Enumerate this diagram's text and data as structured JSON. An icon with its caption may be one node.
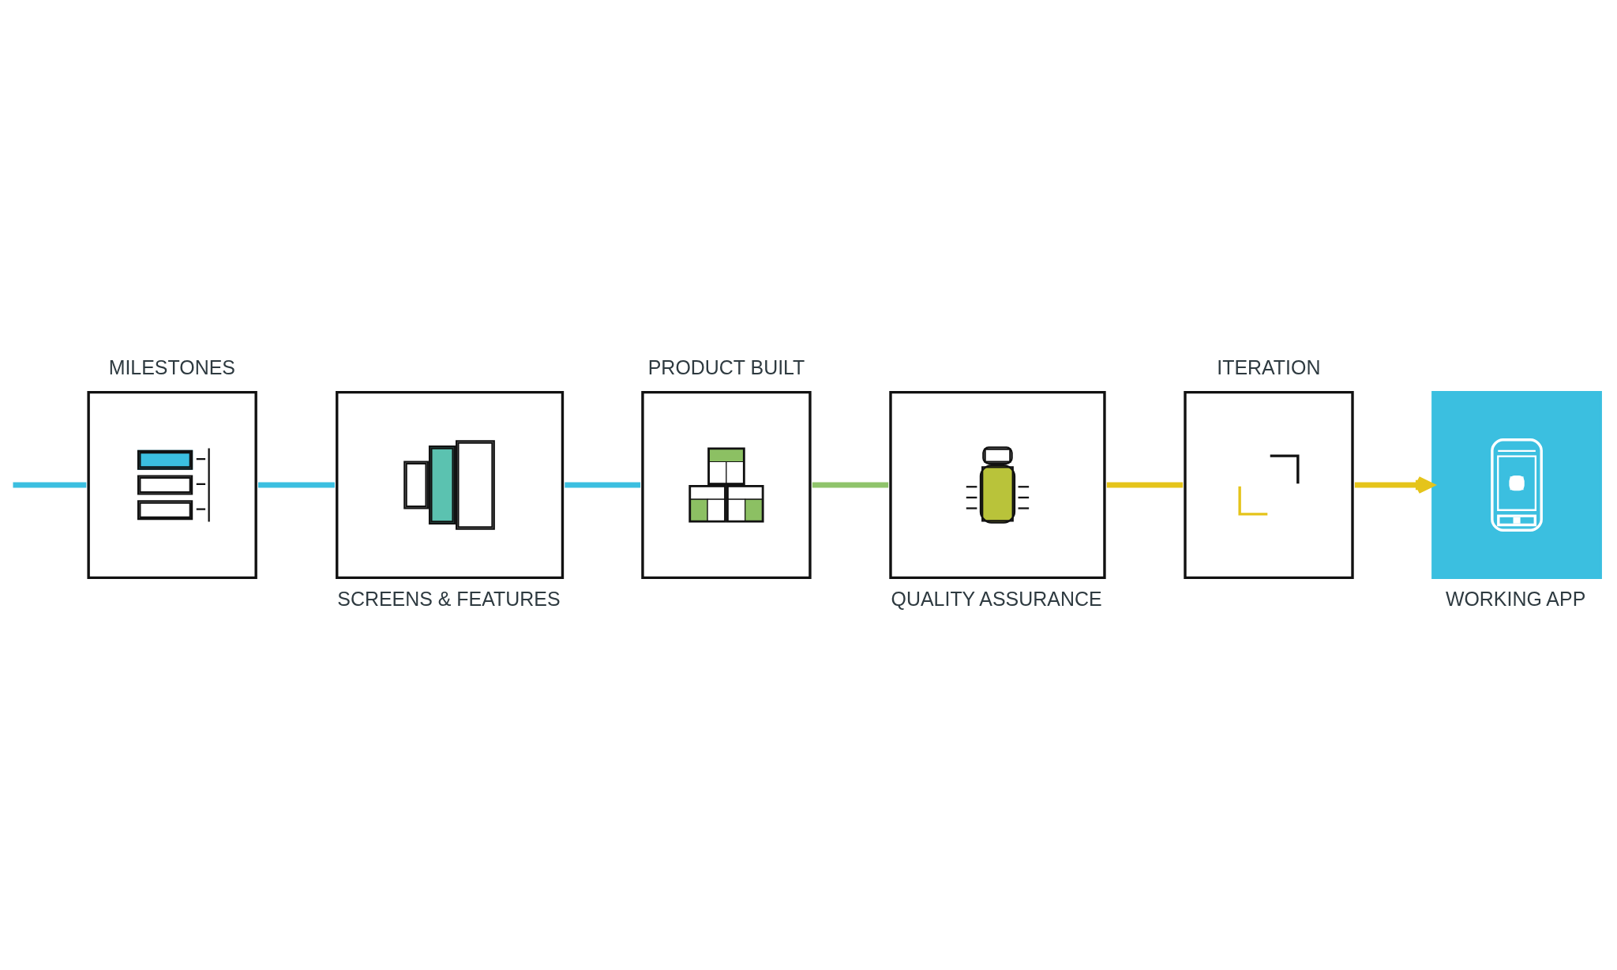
{
  "diagram": {
    "nodes": [
      {
        "text": [
          "MILESTONES"
        ]
      },
      {
        "text": [
          "SCREENS & FEATURES"
        ]
      },
      {
        "text": [
          "PRODUCT BUILT"
        ]
      },
      {
        "text": [
          "QUALITY ASSURANCE"
        ]
      },
      {
        "text": [
          "ITERATION"
        ]
      },
      {
        "text": [
          "WORKING APP"
        ]
      }
    ],
    "edges": [
      {
        "from": null,
        "to": 0,
        "arrow": "none"
      },
      {
        "from": 0,
        "to": 1,
        "arrow": "none"
      },
      {
        "from": 1,
        "to": 2,
        "arrow": "none"
      },
      {
        "from": 2,
        "to": 3,
        "arrow": "none",
        "color": "#8fc46b"
      },
      {
        "from": 3,
        "to": 4,
        "arrow": "none",
        "color": "#e5c41a"
      },
      {
        "from": 4,
        "to": 5,
        "arrow": "to",
        "color": "#e5c41a"
      }
    ]
  }
}
